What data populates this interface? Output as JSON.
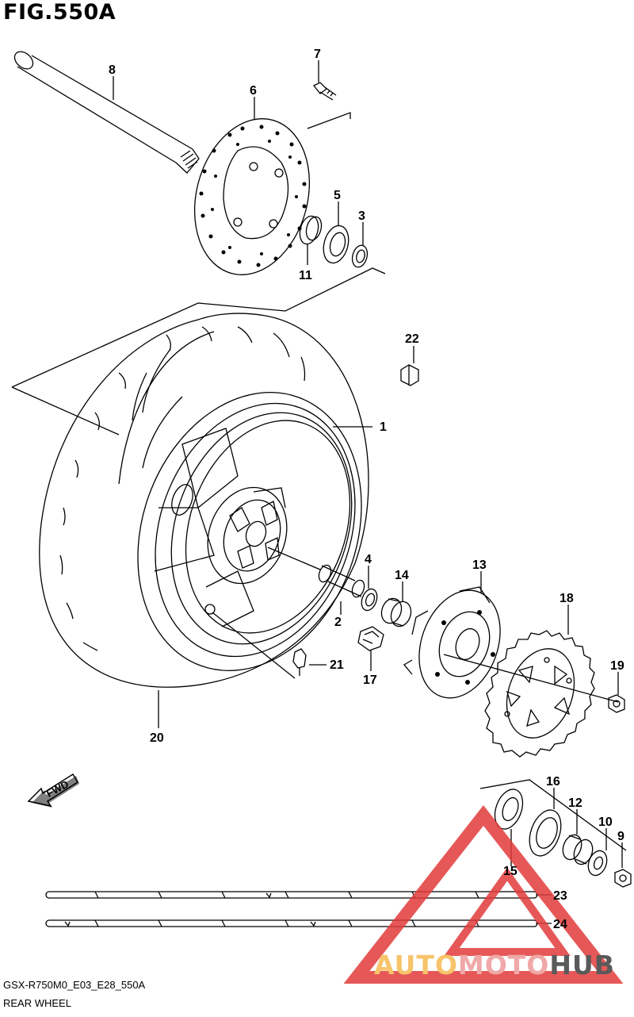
{
  "figure_title": "FIG.550A",
  "footer": {
    "model_code": "GSX-R750M0_E03_E28_550A",
    "section_name": "REAR WHEEL"
  },
  "fwd_label": "FWD",
  "watermark": {
    "part1": "AUTO",
    "part2": "MOTO",
    "part3": "HUB"
  },
  "callouts": {
    "c1": "1",
    "c2": "2",
    "c3": "3",
    "c4": "4",
    "c5": "5",
    "c6": "6",
    "c7": "7",
    "c8": "8",
    "c9": "9",
    "c10": "10",
    "c11": "11",
    "c12": "12",
    "c13": "13",
    "c14": "14",
    "c15": "15",
    "c16": "16",
    "c17": "17",
    "c18": "18",
    "c19": "19",
    "c20": "20",
    "c21": "21",
    "c22": "22",
    "c23": "23",
    "c24": "24"
  },
  "colors": {
    "line": "#000000",
    "watermark_red": "#e23b3b",
    "watermark_yellow": "#f7c46b",
    "watermark_gray": "#5a5a5a"
  }
}
